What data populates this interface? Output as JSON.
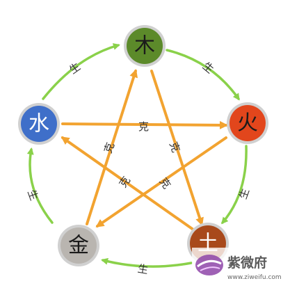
{
  "nodes": [
    {
      "id": "wood",
      "glyph": "木",
      "fill": "#5c8a2a",
      "glyph_color": "#1b1b1b"
    },
    {
      "id": "fire",
      "glyph": "火",
      "fill": "#e2461c",
      "glyph_color": "#1b1b1b"
    },
    {
      "id": "earth",
      "glyph": "土",
      "fill": "#a8491b",
      "glyph_color": "#ffffff"
    },
    {
      "id": "metal",
      "glyph": "金",
      "fill": "#b9b5b0",
      "glyph_color": "#1b1b1b"
    },
    {
      "id": "water",
      "glyph": "水",
      "fill": "#3f6fc9",
      "glyph_color": "#ffffff"
    }
  ],
  "generate_label": "生",
  "overcome_label": "克",
  "colors": {
    "generate": "#8ad14a",
    "overcome": "#f2a330",
    "ring": "#d0d0d0"
  },
  "watermark": {
    "brand": "紫微府",
    "url": "www.ziweifu.com",
    "logo_color": "#8e45a8"
  }
}
